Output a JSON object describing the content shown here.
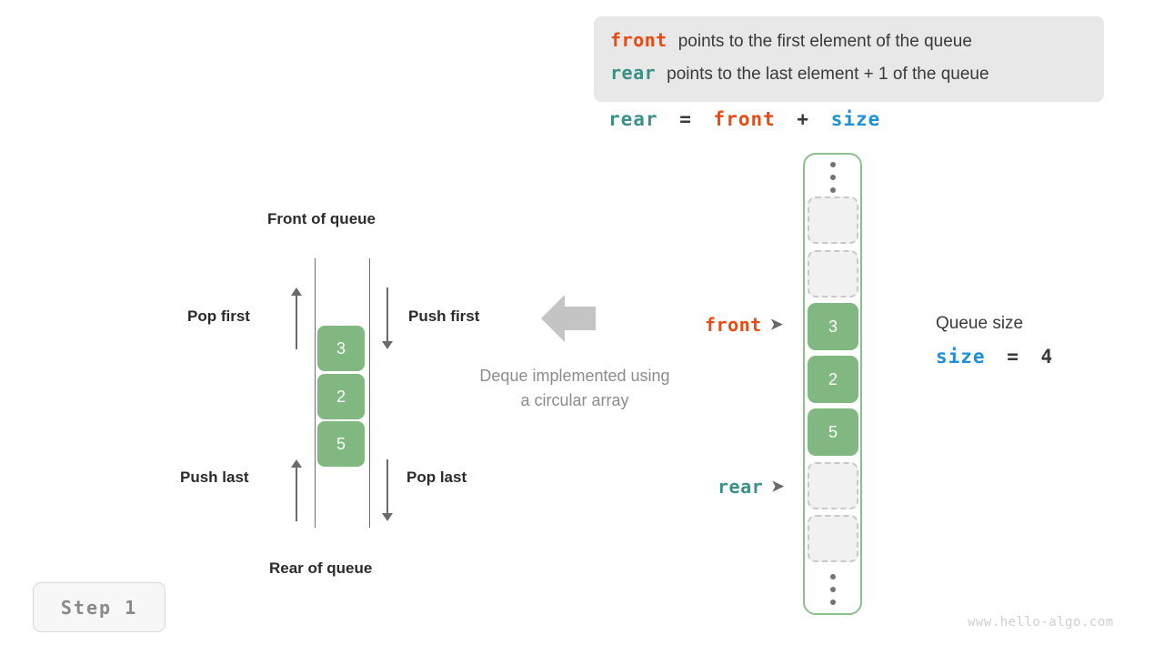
{
  "info_box": {
    "lines": [
      {
        "keyword": "front",
        "keyword_color": "#ec4a11",
        "text": "points to the first element of the queue"
      },
      {
        "keyword": "rear",
        "keyword_color": "#3a9188",
        "text": "points to the last element + 1 of the queue"
      }
    ]
  },
  "formula": {
    "lhs": "rear",
    "eq": "=",
    "rhs1": "front",
    "plus": "+",
    "rhs2": "size"
  },
  "deque_diagram": {
    "front_label": "Front of queue",
    "rear_label": "Rear of queue",
    "pop_first_label": "Pop first",
    "push_first_label": "Push first",
    "push_last_label": "Push last",
    "pop_last_label": "Pop last",
    "caption_line1": "Deque implemented using",
    "caption_line2": "a circular array",
    "cells": [
      "3",
      "2",
      "5"
    ]
  },
  "circular_array": {
    "slots": [
      {
        "type": "empty",
        "value": ""
      },
      {
        "type": "empty",
        "value": ""
      },
      {
        "type": "filled",
        "value": "3"
      },
      {
        "type": "filled",
        "value": "2"
      },
      {
        "type": "filled",
        "value": "5"
      },
      {
        "type": "empty",
        "value": ""
      },
      {
        "type": "empty",
        "value": ""
      }
    ],
    "front_pointer": "front",
    "rear_pointer": "rear",
    "pointer_caret": "➤"
  },
  "queue_size": {
    "title": "Queue size",
    "var": "size",
    "eq": "=",
    "value": "4"
  },
  "step_badge": {
    "label": "Step 1"
  },
  "watermark": {
    "text": "www.hello-algo.com"
  },
  "colors": {
    "front": "#ec4a11",
    "rear": "#3a9188",
    "size": "#1f8fd8",
    "cell_green": "#81b781",
    "array_border": "#8dc08d"
  }
}
